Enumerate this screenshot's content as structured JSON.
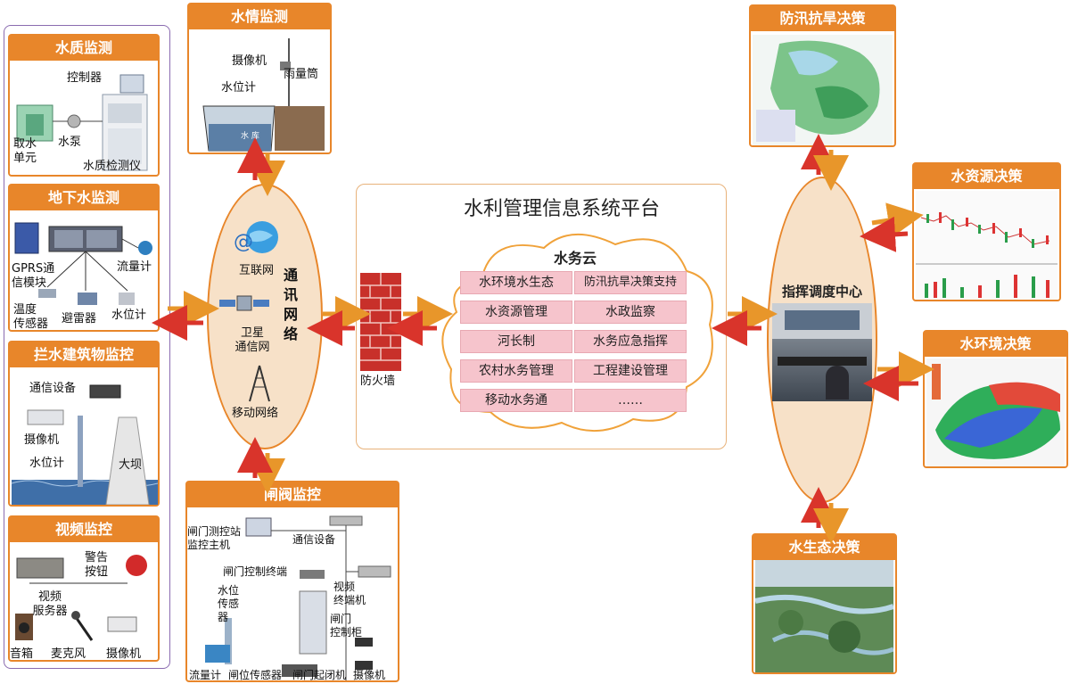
{
  "panels": {
    "water_quality": {
      "title": "水质监测",
      "labels": [
        "控制器",
        "取水\n单元",
        "水泵",
        "水质检测仪"
      ]
    },
    "groundwater": {
      "title": "地下水监测",
      "labels": [
        "GPRS通\n信模块",
        "流量计",
        "温度\n传感器",
        "避雷器",
        "水位计"
      ]
    },
    "dam": {
      "title": "拦水建筑物监控",
      "labels": [
        "通信设备",
        "摄像机",
        "水位计",
        "大坝"
      ]
    },
    "video": {
      "title": "视频监控",
      "labels": [
        "警告\n按钮",
        "视频\n服务器",
        "音箱",
        "麦克风",
        "摄像机"
      ]
    },
    "hydro": {
      "title": "水情监测",
      "labels": [
        "摄像机",
        "雨量筒",
        "水位计",
        "水 库"
      ]
    },
    "gate": {
      "title": "闸阀监控",
      "labels": [
        "闸门测控站\n监控主机",
        "通信设备",
        "闸门控制终端",
        "水位\n传感\n器",
        "视频\n终端机",
        "闸门\n控制柜",
        "流量计",
        "闸位传感器",
        "闸门起闭机",
        "摄像机"
      ]
    }
  },
  "network": {
    "title": "通\n讯\n网\n络",
    "items": [
      "互联网",
      "卫星\n通信网",
      "移动网络"
    ]
  },
  "firewall": "防火墙",
  "platform": {
    "title": "水利管理信息系统平台",
    "cloud_title": "水务云",
    "cells": [
      "水环境水生态",
      "防汛抗旱决策支持",
      "水资源管理",
      "水政监察",
      "河长制",
      "水务应急指挥",
      "农村水务管理",
      "工程建设管理",
      "移动水务通",
      "……"
    ]
  },
  "command": {
    "title": "指挥调度中心"
  },
  "decisions": {
    "flood": "防汛抗旱决策",
    "resource": "水资源决策",
    "environment": "水环境决策",
    "ecology": "水生态决策"
  },
  "colors": {
    "orange": "#e8862a",
    "red": "#d9342b",
    "pink": "#f6c4cc",
    "ellipse": "#f7e1c8"
  }
}
